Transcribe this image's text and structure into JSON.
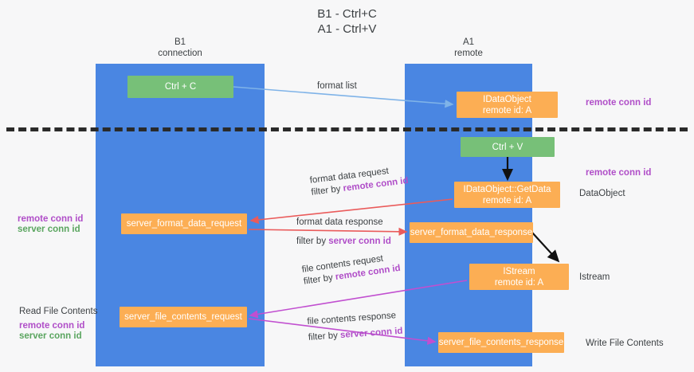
{
  "title": {
    "line1": "B1 - Ctrl+C",
    "line2": "A1 - Ctrl+V"
  },
  "columns": [
    {
      "name": "B1",
      "sub": "connection"
    },
    {
      "name": "A1",
      "sub": "remote"
    }
  ],
  "nodes": {
    "ctrl_c": {
      "label": "Ctrl + C",
      "color": "#77c078"
    },
    "idataobject": {
      "line1": "IDataObject",
      "line2": "remote id: A",
      "color": "#fcae54"
    },
    "ctrl_v": {
      "label": "Ctrl + V",
      "color": "#77c078"
    },
    "getdata": {
      "line1": "IDataObject::GetData",
      "line2": "remote id: A",
      "color": "#fcae54"
    },
    "server_format_data_request": {
      "label": "server_format_data_request",
      "color": "#fcae54"
    },
    "server_format_data_response": {
      "label": "server_format_data_response",
      "color": "#fcae54"
    },
    "istream": {
      "line1": "IStream",
      "line2": "remote id: A",
      "color": "#fcae54"
    },
    "server_file_contents_request": {
      "label": "server_file_contents_request",
      "color": "#fcae54"
    },
    "server_file_contents_response": {
      "label": "server_file_contents_response",
      "color": "#fcae54"
    }
  },
  "edge_labels": {
    "format_list": "format list",
    "format_data_request": "format data request",
    "format_data_request_filter_prefix": "filter by ",
    "format_data_request_filter_key": "remote conn id",
    "format_data_response": "format data response",
    "format_data_response_filter_prefix": "filter by ",
    "format_data_response_filter_key": "server conn id",
    "file_contents_request": "file contents request",
    "file_contents_request_filter_prefix": "filter by ",
    "file_contents_request_filter_key": "remote conn id",
    "file_contents_response": "file contents response",
    "file_contents_response_filter_prefix": "filter by ",
    "file_contents_response_filter_key": "server conn id"
  },
  "side_labels": {
    "right_remote_conn_id_top": "remote conn id",
    "right_remote_conn_id_mid": "remote conn id",
    "dataobject": "DataObject",
    "istream": "Istream",
    "write_file_contents": "Write File Contents",
    "left_remote_conn_id_1": "remote conn id",
    "left_server_conn_id_1": "server conn id",
    "read_file_contents": "Read File Contents",
    "left_remote_conn_id_2": "remote conn id",
    "left_server_conn_id_2": "server conn id"
  },
  "colors": {
    "lane": "#4a86e2",
    "green_node": "#77c078",
    "orange_node": "#fcae54",
    "purple_text": "#b04ec8",
    "green_text": "#5aa55f",
    "red_arrow": "#ea5b5b",
    "blue_arrow": "#7fb3e8",
    "magenta_arrow": "#c14fd0",
    "black_arrow": "#111111",
    "divider": "#2a2a2a"
  }
}
